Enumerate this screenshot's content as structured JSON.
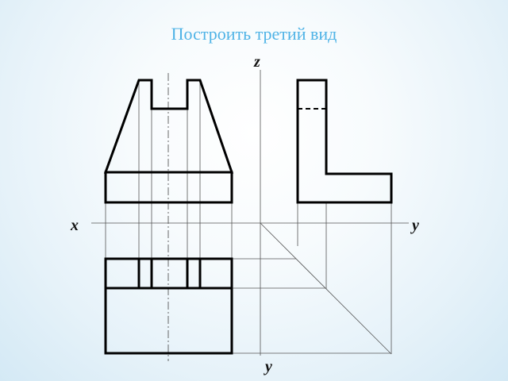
{
  "slide": {
    "title": "Построить третий вид"
  },
  "axes": {
    "z_label": "z",
    "x_label": "x",
    "y_right_label": "y",
    "y_bottom_label": "y"
  },
  "colors": {
    "title": "#4fb3e6",
    "outline": "#000000",
    "construction": "#555555"
  }
}
